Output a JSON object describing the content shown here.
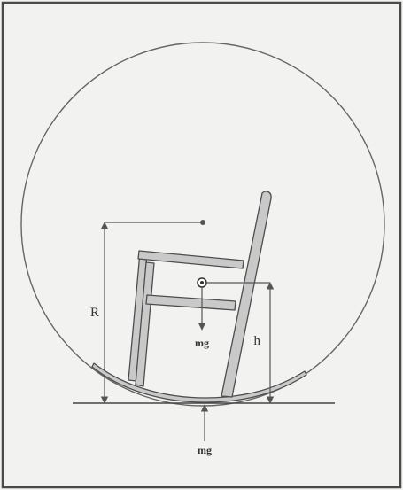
{
  "diagram": {
    "labels": {
      "radius": "R",
      "height": "h",
      "weight_force": "mg",
      "normal_force": "mg"
    }
  },
  "colors": {
    "background": "#f2f2f0",
    "frame": "#4a4a4a",
    "line": "#555555",
    "chair_fill": "#c9c9c9",
    "chair_stroke": "#4d4d4d"
  }
}
